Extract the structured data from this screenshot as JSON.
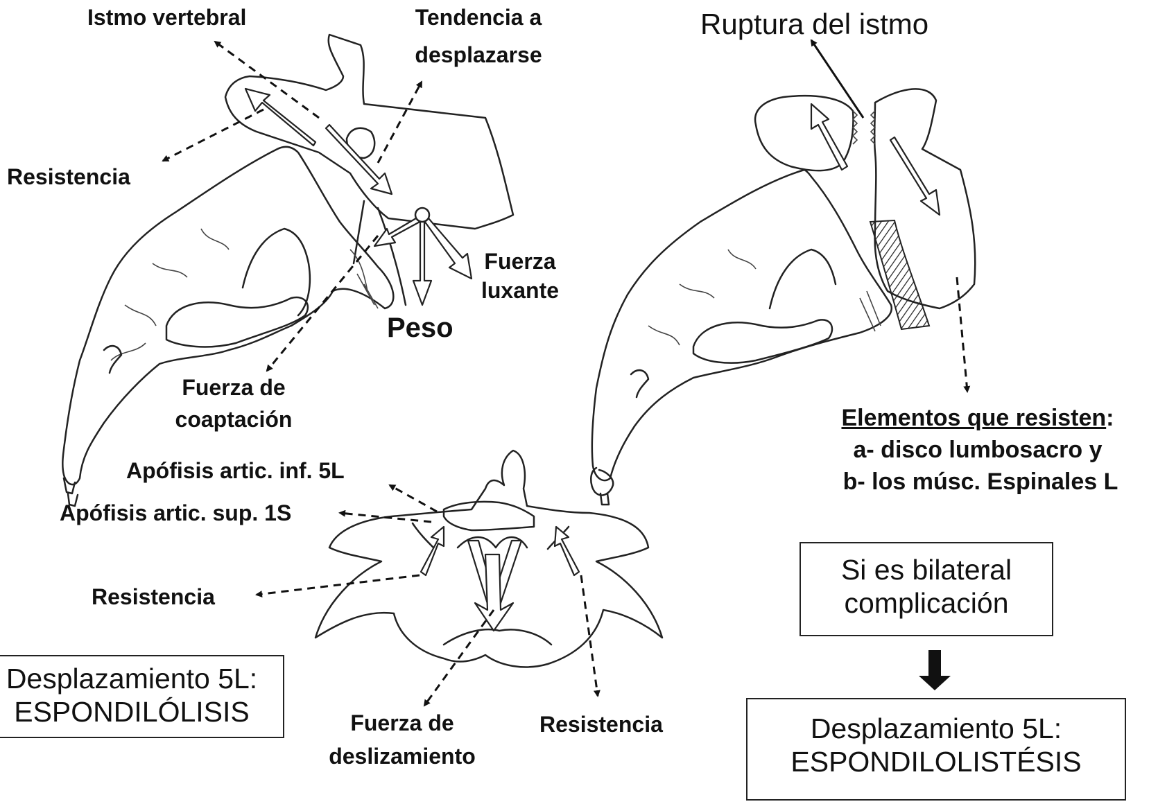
{
  "labels": {
    "istmo_vertebral": "Istmo vertebral",
    "tendencia_l1": "Tendencia a",
    "tendencia_l2": "desplazarse",
    "resistencia_top": "Resistencia",
    "fuerza_luxante_l1": "Fuerza",
    "fuerza_luxante_l2": "luxante",
    "peso": "Peso",
    "coaptacion_l1": "Fuerza de",
    "coaptacion_l2": "coaptación",
    "apofisis_inf": "Apófisis artic. inf. 5L",
    "apofisis_sup": "Apófisis artic. sup. 1S",
    "resistencia_mid": "Resistencia",
    "deslizamiento_l1": "Fuerza de",
    "deslizamiento_l2": "deslizamiento",
    "resistencia_bottom": "Resistencia",
    "ruptura": "Ruptura del istmo",
    "elementos_title": "Elementos que resisten",
    "elementos_colon": ":",
    "elementos_a": "a- disco lumbosacro y",
    "elementos_b": "b- los músc. Espinales L"
  },
  "boxes": {
    "espondilolisis": {
      "line1": "Desplazamiento 5L:",
      "line2": "ESPONDILÓLISIS"
    },
    "bilateral": {
      "line1": "Si es bilateral",
      "line2": "complicación"
    },
    "espondilolistesis": {
      "line1": "Desplazamiento 5L:",
      "line2": "ESPONDILOLISTÉSIS"
    }
  }
}
